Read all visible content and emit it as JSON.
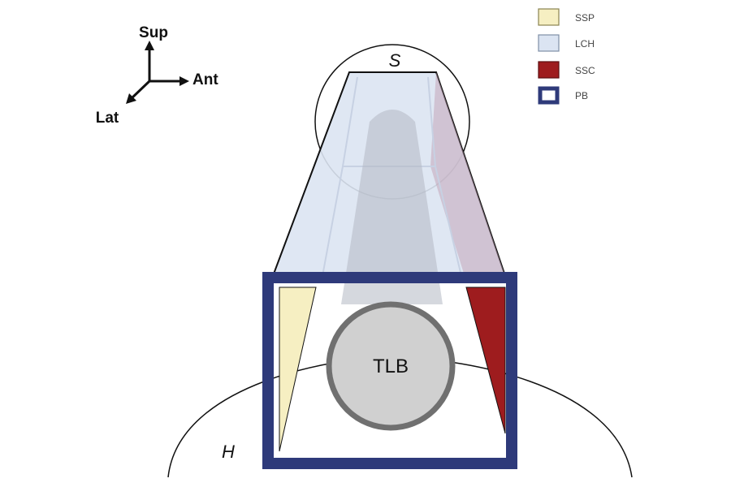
{
  "orientation": {
    "superior": "Sup",
    "anterior": "Ant",
    "lateral": "Lat"
  },
  "legend": [
    {
      "key": "ssp",
      "label": "SSP",
      "color": "#f6efc2",
      "border": "#8a8450"
    },
    {
      "key": "lch",
      "label": "LCH",
      "color": "#dbe4f2",
      "border": "#7f8fa6"
    },
    {
      "key": "ssc",
      "label": "SSC",
      "color": "#9e1c1e",
      "border": "#5c0f10"
    },
    {
      "key": "pb",
      "label": "PB",
      "color": "#ffffff",
      "border": "#2e3a7a"
    }
  ],
  "labels": {
    "scapula": "S",
    "humerus": "H",
    "tendon": "TLB"
  },
  "colors": {
    "pulley_frame": "#2e3a7a",
    "tendon_fill": "#d0d0d0",
    "tendon_ring": "#707070",
    "lch_fill": "#dbe4f2",
    "ssp_fill": "#f6efc2",
    "ssc_fill": "#9e1c1e",
    "outline": "#111111"
  }
}
